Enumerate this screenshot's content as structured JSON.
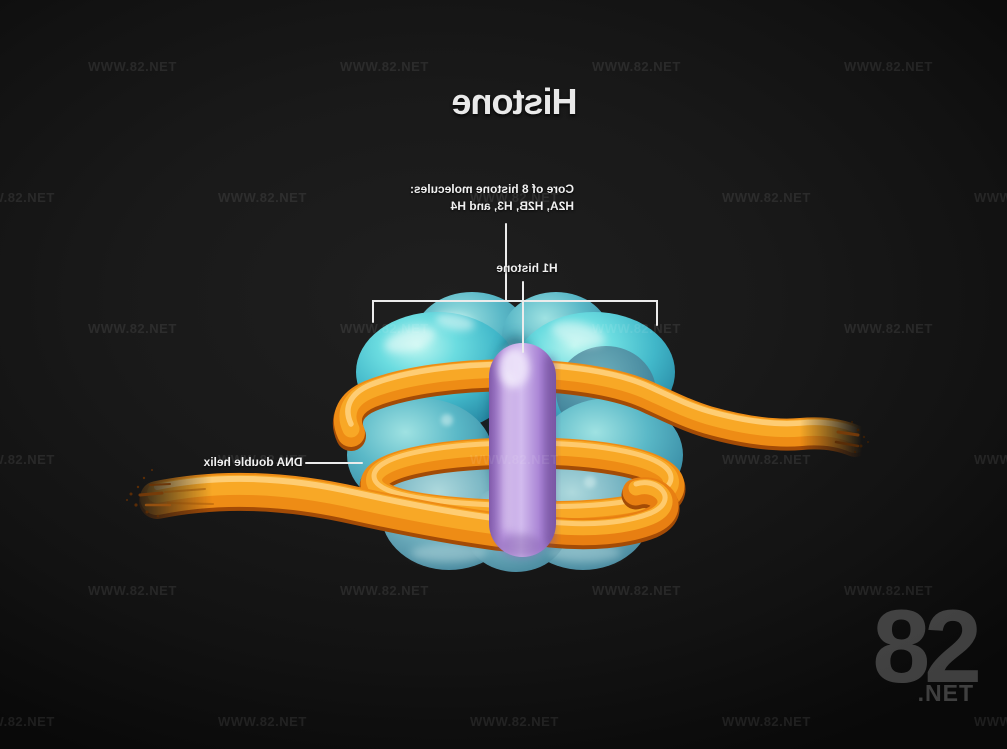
{
  "title": "Histone",
  "annotations": {
    "core_label_line1": "Core of 8 histone molecules:",
    "core_label_line2": "H2A, H2B, H3, and H4",
    "h1_label": "H1 histone",
    "dna_label": "DNA double helix"
  },
  "watermark": {
    "text": "WWW.82.NET"
  },
  "logo": {
    "number": "82",
    "suffix": ".NET"
  },
  "note": "image is horizontally mirrored; all labels read reversed",
  "colors": {
    "label": "#f0f0f0",
    "watermark": "rgba(255,255,255,0.085)",
    "logo": "rgba(255,255,255,0.22)",
    "background": "#191919",
    "dna_orange": "#ee8c15",
    "histone_core_teal": "#52c6d2",
    "h1_histone_purple": "#c0a0e4",
    "callout_line": "#ececec"
  }
}
